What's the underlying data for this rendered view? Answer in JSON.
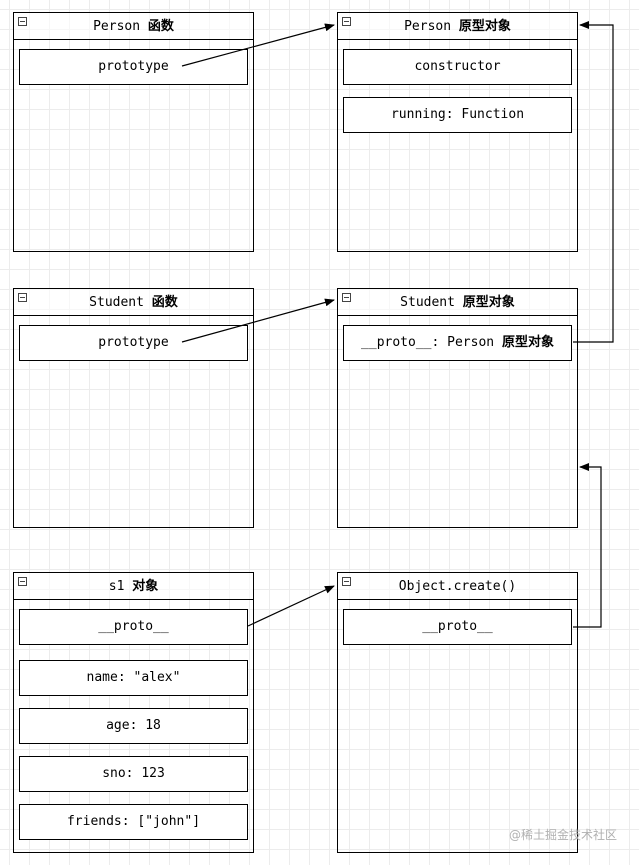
{
  "person_fn": {
    "title": "Person",
    "title_zh": "函数",
    "fields": [
      "prototype"
    ]
  },
  "person_proto": {
    "title": "Person",
    "title_zh": "原型对象",
    "fields": [
      "constructor",
      "running: Function"
    ]
  },
  "student_fn": {
    "title": "Student",
    "title_zh": "函数",
    "fields": [
      "prototype"
    ]
  },
  "student_proto": {
    "title": "Student",
    "title_zh": "原型对象",
    "field_mono": "__proto__: Person",
    "field_zh": "原型对象"
  },
  "s1": {
    "title": "s1",
    "title_zh": "对象",
    "fields": [
      "__proto__",
      "name: \"alex\"",
      "age: 18",
      "sno: 123",
      "friends: [\"john\"]"
    ]
  },
  "object_create": {
    "title": "Object.create()",
    "fields": [
      "__proto__"
    ]
  },
  "watermark": "@稀土掘金技术社区"
}
